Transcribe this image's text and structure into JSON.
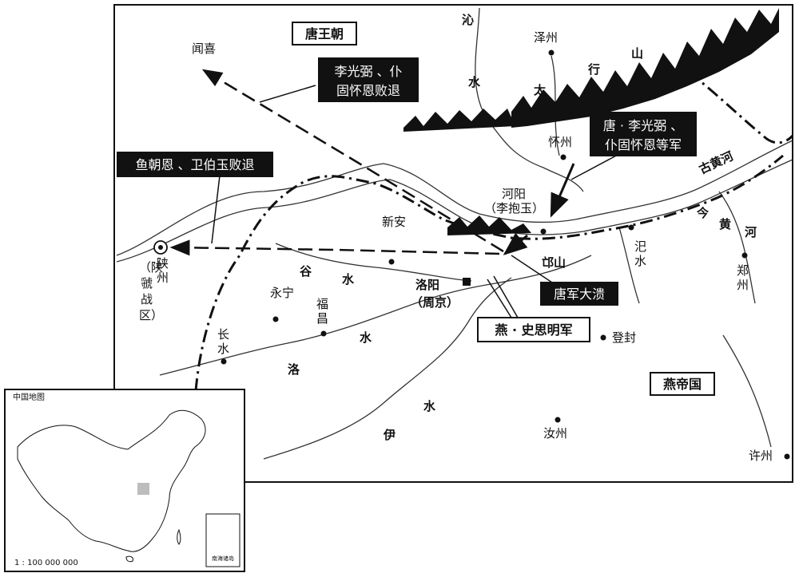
{
  "map": {
    "regions": {
      "tang": "唐王朝",
      "yan": "燕帝国"
    },
    "cities": {
      "wenxi": "闻喜",
      "zezhou": "泽州",
      "huaizhou": "怀州",
      "heyang": "河阳",
      "heyang_note": "（李抱玉）",
      "xinan": "新安",
      "luoyang": "洛阳",
      "luoyang_note": "（周京）",
      "yongning": "永宁",
      "fuchang_1": "福",
      "fuchang_2": "昌",
      "changshui_1": "长",
      "changshui_2": "水",
      "dengfeng": "登封",
      "ruzhou": "汝州",
      "xuzhou": "许州",
      "sishui_1": "汜",
      "sishui_2": "水",
      "zhengzhou_1": "郑",
      "zhengzhou_2": "州",
      "shanzhou_1": "陕",
      "shanzhou_2": "州",
      "shanzhou_note": [
        "（陕",
        "虢",
        "战",
        "区）"
      ]
    },
    "rivers": {
      "qin": [
        "沁",
        "水"
      ],
      "gu": [
        "谷",
        "水"
      ],
      "luo": "洛",
      "yi": [
        "伊",
        "水"
      ],
      "gu_huanghe": "古黄河",
      "jin_huanghe": [
        "今",
        "黄",
        "河"
      ]
    },
    "mountains": {
      "taihang": [
        "太",
        "行",
        "山"
      ],
      "mangshan": "邙山"
    },
    "labels": {
      "li_retreat_1": "李光弼 、仆",
      "li_retreat_2": "固怀恩败退",
      "yu_retreat": "鱼朝恩 、卫伯玉败退",
      "tang_army_1": "唐 · 李光弼 、",
      "tang_army_2": "仆固怀恩等军",
      "tang_collapse": "唐军大溃",
      "yan_army": "燕 · 史思明军"
    },
    "colors": {
      "ink": "#111111",
      "paper": "#ffffff",
      "province": "#bdbdbd"
    }
  },
  "inset": {
    "title": "中国地图",
    "scale": "1 : 100 000 000",
    "south_sea": "南海诸岛"
  }
}
